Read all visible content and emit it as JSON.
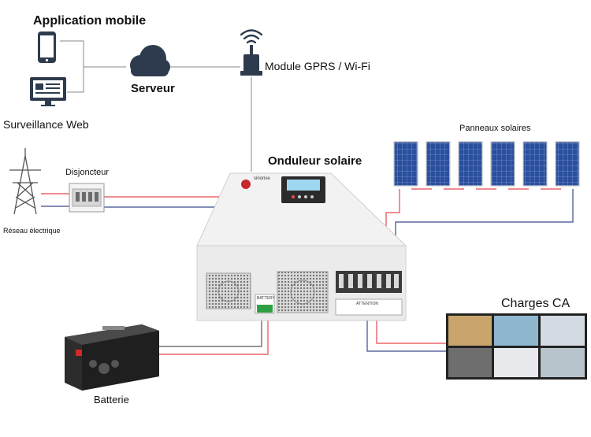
{
  "labels": {
    "mobile_app": "Application mobile",
    "web_monitoring": "Surveillance Web",
    "server": "Serveur",
    "gprs_module": "Module GPRS / Wi-Fi",
    "solar_inverter": "Onduleur solaire",
    "solar_panels": "Panneaux solaires",
    "breaker": "Disjoncteur",
    "grid": "Réseau électrique",
    "ac_loads": "Charges CA",
    "battery": "Batterie"
  },
  "inverter": {
    "brand": "sinorise",
    "battery_tag": "BATTERY",
    "attention_tag": "ATTENTION"
  },
  "colors": {
    "positive_wire": "#e8474c",
    "negative_wire": "#3b4a8c",
    "dark_wire": "#444444",
    "panel_blue": "#2a4f9e",
    "inverter_body": "#f2f2f2"
  },
  "icons": [
    "phone-icon",
    "monitor-icon",
    "cloud-icon",
    "wifi-icon",
    "gprs-module-icon",
    "power-pylon-icon",
    "breaker-box-icon",
    "battery-icon",
    "inverter-icon"
  ]
}
